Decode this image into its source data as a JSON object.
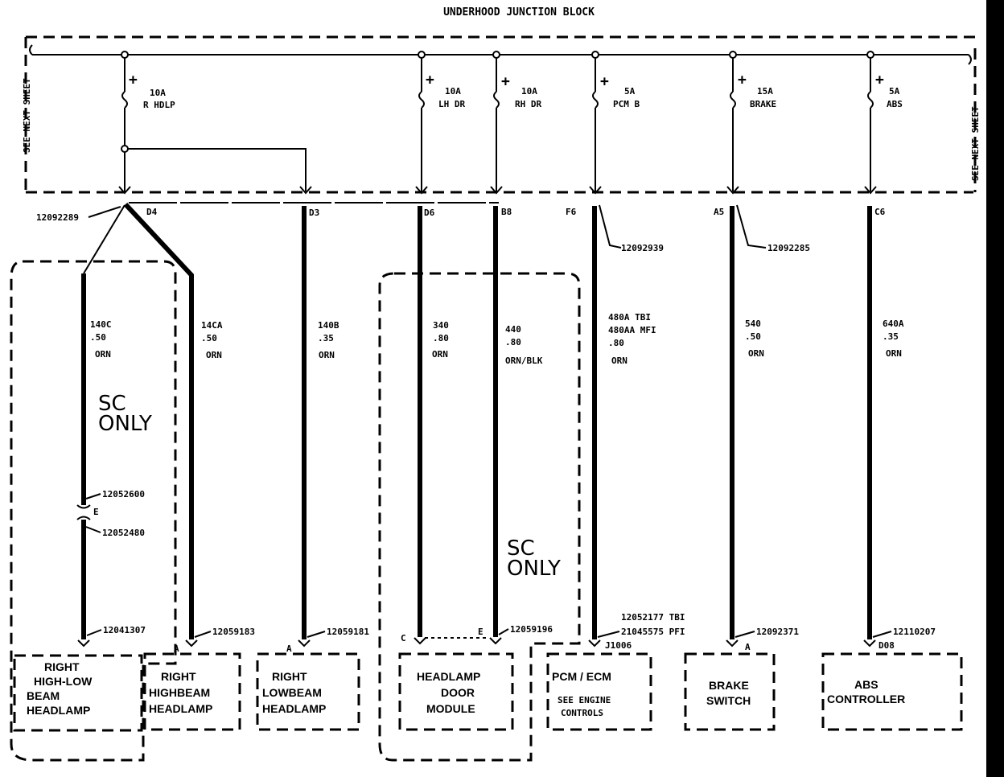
{
  "title": "UNDERHOOD JUNCTION BLOCK",
  "side_left": "SEE NEXT SHEET",
  "side_right": "SEE NEXT SHEET",
  "fuses": [
    {
      "amp": "10A",
      "name": "R HDLP"
    },
    {
      "amp": "10A",
      "name": "LH DR"
    },
    {
      "amp": "10A",
      "name": "RH DR"
    },
    {
      "amp": "5A",
      "name": "PCM B"
    },
    {
      "amp": "15A",
      "name": "BRAKE"
    },
    {
      "amp": "5A",
      "name": "ABS"
    }
  ],
  "plus": "+",
  "terminals": {
    "d4": "D4",
    "d3": "D3",
    "d6": "D6",
    "b8": "B8",
    "f6": "F6",
    "a5": "A5",
    "c6": "C6"
  },
  "connectors": {
    "top_d4": "12092289",
    "top_f6": "12092939",
    "top_a5": "12092285",
    "inline_top": "12052600",
    "inline_bot": "12052480",
    "inline_pin": "E",
    "bot_hilo": "12041307",
    "bot_hibeam": "12059183",
    "bot_lowbeam": "12059181",
    "bot_door": "12059196",
    "bot_pcm_1": "12052177 TBI",
    "bot_pcm_2": "21045575 PFI",
    "bot_brake": "12092371",
    "bot_abs": "12110207"
  },
  "wires": [
    {
      "circuit": "140C",
      "gauge": ".50",
      "color": "ORN"
    },
    {
      "circuit": "14CA",
      "gauge": ".50",
      "color": "ORN"
    },
    {
      "circuit": "140B",
      "gauge": ".35",
      "color": "ORN"
    },
    {
      "circuit": "340",
      "gauge": ".80",
      "color": "ORN"
    },
    {
      "circuit": "440",
      "gauge": ".80",
      "color": "ORN/BLK"
    },
    {
      "circuit": "480A TBI",
      "circuit2": "480AA MFI",
      "gauge": ".80",
      "color": "ORN"
    },
    {
      "circuit": "540",
      "gauge": ".50",
      "color": "ORN"
    },
    {
      "circuit": "640A",
      "gauge": ".35",
      "color": "ORN"
    }
  ],
  "sc_only": {
    "line1": "SC",
    "line2": "ONLY"
  },
  "pins": {
    "hibeam": "A",
    "lowbeam": "A",
    "door_c": "C",
    "door_e": "E",
    "pcm": "J1006",
    "brake": "A",
    "abs": "D08"
  },
  "components": {
    "hilo": [
      "RIGHT",
      "HIGH-LOW",
      "BEAM",
      "HEADLAMP"
    ],
    "hibeam": [
      "RIGHT",
      "HIGHBEAM",
      "HEADLAMP"
    ],
    "lowbeam": [
      "RIGHT",
      "LOWBEAM",
      "HEADLAMP"
    ],
    "door": [
      "HEADLAMP",
      "DOOR",
      "MODULE"
    ],
    "pcm": {
      "title": "PCM / ECM",
      "sub1": "SEE ENGINE",
      "sub2": "CONTROLS"
    },
    "brake": [
      "BRAKE",
      "SWITCH"
    ],
    "abs": [
      "ABS",
      "CONTROLLER"
    ]
  }
}
